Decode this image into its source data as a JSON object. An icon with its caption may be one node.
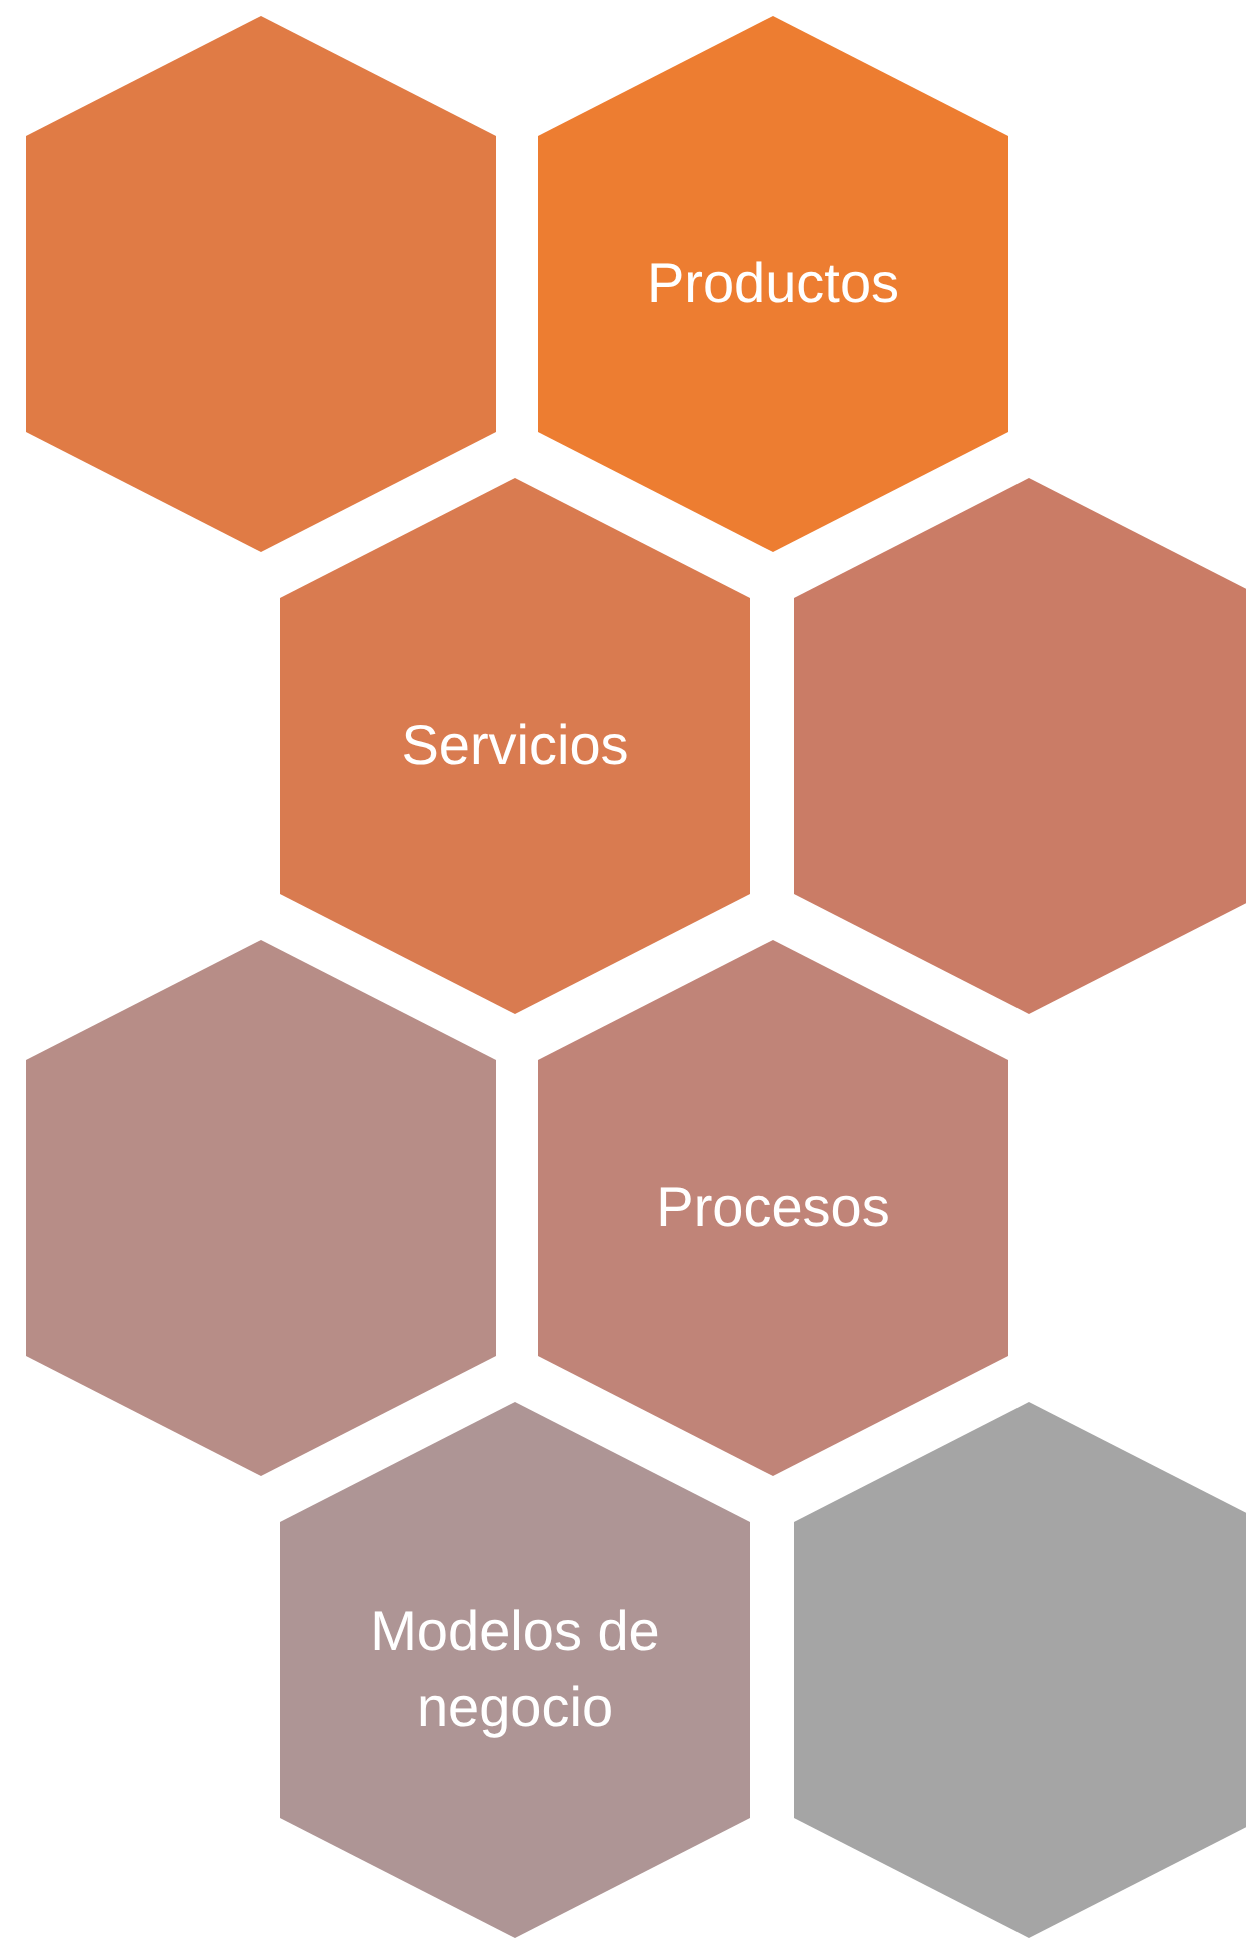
{
  "diagram": {
    "nodes": [
      {
        "text": [],
        "shape": "hexagon"
      },
      {
        "text": [
          "Productos"
        ]
      },
      {
        "text": [
          "Servicios"
        ]
      },
      {
        "text": [],
        "shape": "hexagon"
      },
      {
        "text": [],
        "shape": "hexagon"
      },
      {
        "text": [
          "Procesos"
        ]
      },
      {
        "text": [
          "Modelos de negocio"
        ]
      },
      {
        "text": [],
        "shape": "hexagon"
      }
    ],
    "edges": []
  }
}
